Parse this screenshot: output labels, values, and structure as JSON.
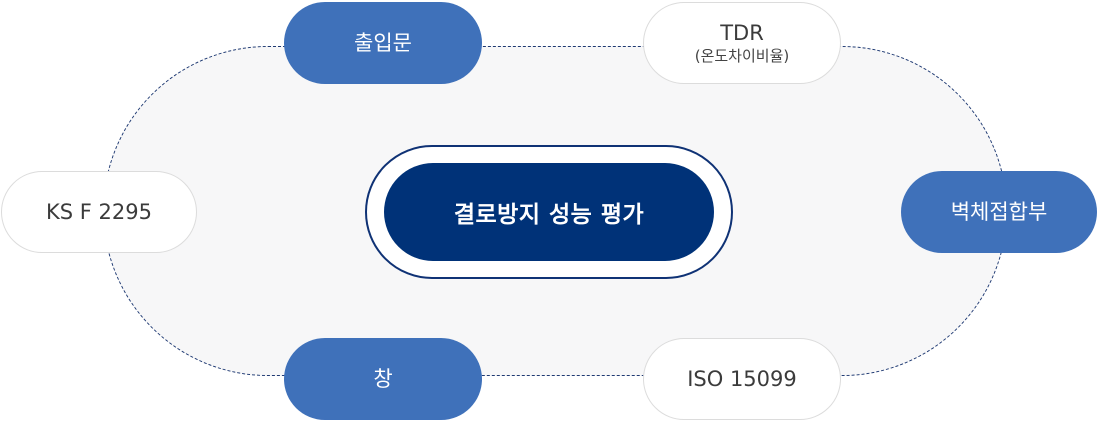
{
  "center": {
    "label": "결로방지 성능 평가"
  },
  "nodes": {
    "entrance_door": {
      "label": "출입문"
    },
    "tdr": {
      "label": "TDR",
      "sub": "(온도차이비율)"
    },
    "ks": {
      "label": "KS F 2295"
    },
    "wall_joint": {
      "label": "벽체접합부"
    },
    "window": {
      "label": "창"
    },
    "iso": {
      "label": "ISO 15099"
    }
  },
  "colors": {
    "primary_blue": "#3f71ba",
    "center_navy": "#003278",
    "outline_navy": "#1f3a73",
    "loop_fill": "#f7f7f8",
    "white_node_border": "#dcdcdc"
  }
}
